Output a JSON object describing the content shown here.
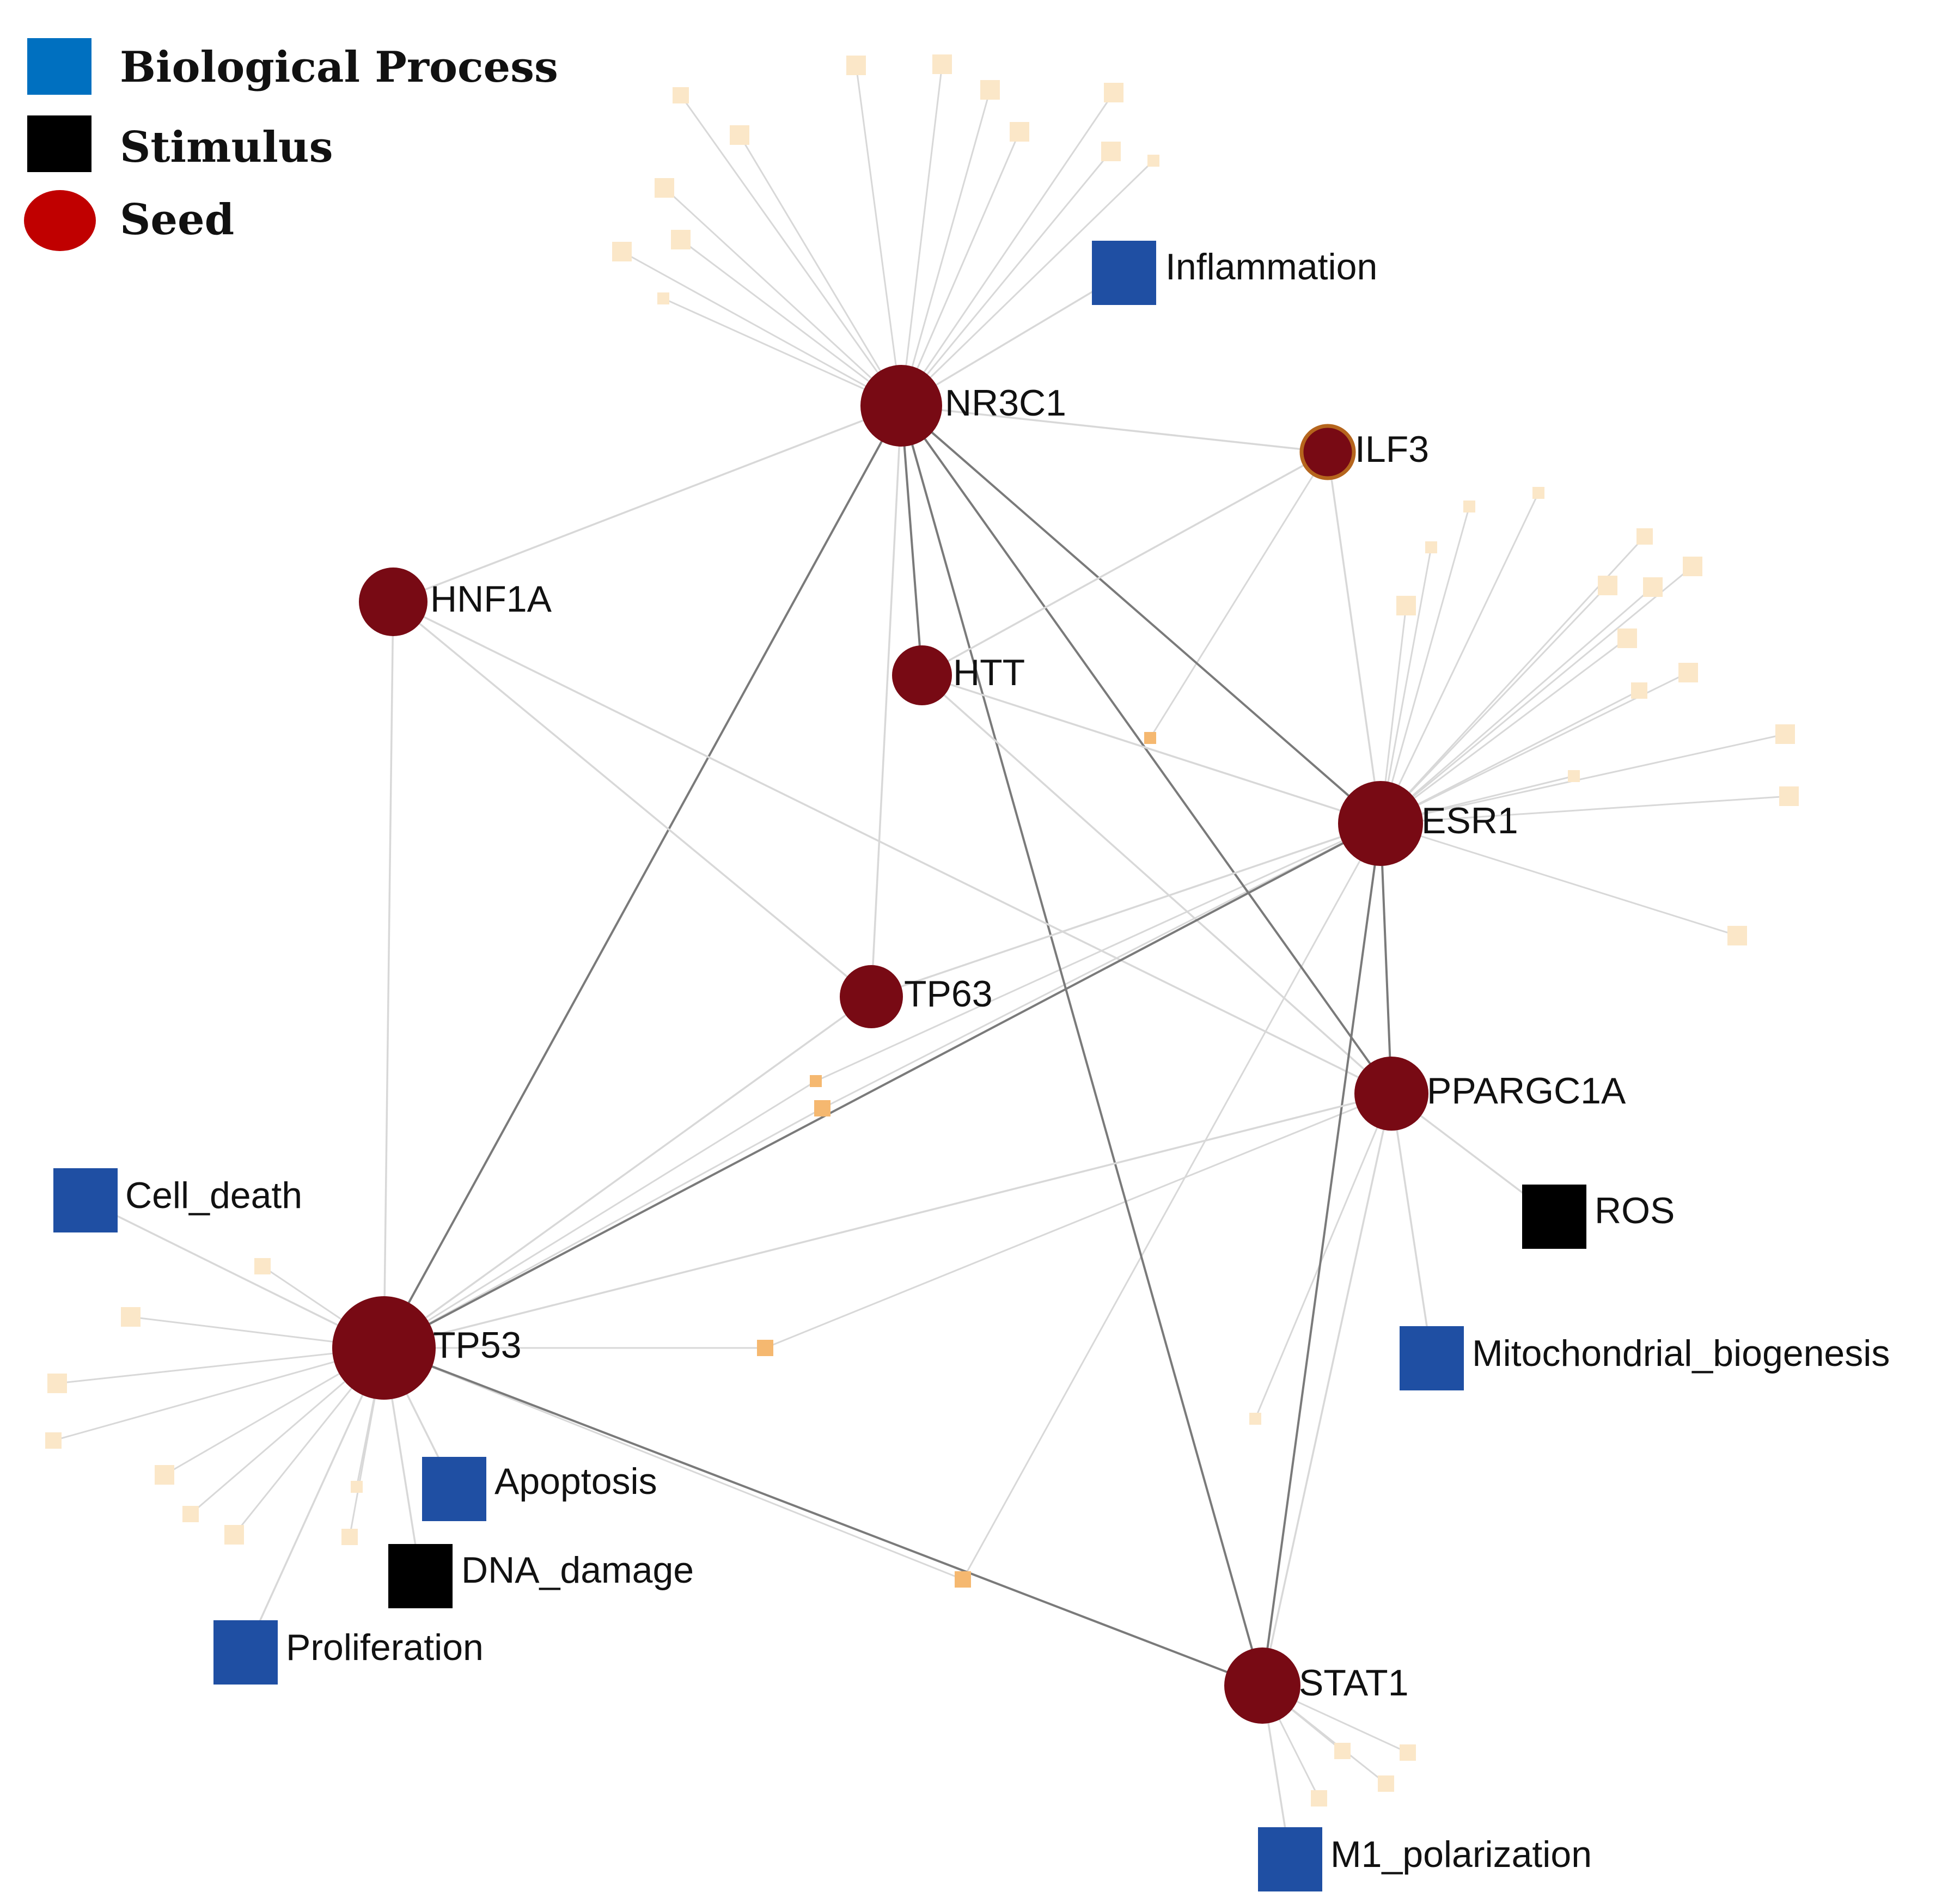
{
  "legend": [
    {
      "label": "Biological Process",
      "color": "#0070C0",
      "shape": "square"
    },
    {
      "label": "Stimulus",
      "color": "#000000",
      "shape": "square"
    },
    {
      "label": "Seed",
      "color": "#C00000",
      "shape": "circle"
    }
  ],
  "colors": {
    "seed_fill": "#780A14",
    "process_fill": "#1F4FA3",
    "stimulus_fill": "#000000",
    "peripheral_fill": "#FBE7C8",
    "connector_fill": "#F5B870",
    "edge_light": "#D8D8D8",
    "edge_dark": "#7A7A7A"
  },
  "seed_nodes": [
    "NR3C1",
    "ILF3",
    "HNF1A",
    "HTT",
    "ESR1",
    "TP63",
    "PPARGC1A",
    "TP53",
    "STAT1"
  ],
  "process_nodes": [
    "Inflammation",
    "Cell_death",
    "Apoptosis",
    "Proliferation",
    "Mitochondrial_biogenesis",
    "M1_polarization"
  ],
  "stimulus_nodes": [
    "ROS",
    "DNA_damage"
  ],
  "edges": [
    [
      "NR3C1",
      "ILF3"
    ],
    [
      "NR3C1",
      "HNF1A"
    ],
    [
      "NR3C1",
      "HTT"
    ],
    [
      "NR3C1",
      "ESR1"
    ],
    [
      "NR3C1",
      "TP63"
    ],
    [
      "NR3C1",
      "PPARGC1A"
    ],
    [
      "NR3C1",
      "TP53"
    ],
    [
      "NR3C1",
      "STAT1"
    ],
    [
      "NR3C1",
      "Inflammation"
    ],
    [
      "ILF3",
      "ESR1"
    ],
    [
      "ILF3",
      "HTT"
    ],
    [
      "HNF1A",
      "TP53"
    ],
    [
      "HNF1A",
      "TP63"
    ],
    [
      "HNF1A",
      "PPARGC1A"
    ],
    [
      "HTT",
      "ESR1"
    ],
    [
      "HTT",
      "PPARGC1A"
    ],
    [
      "ESR1",
      "TP53"
    ],
    [
      "ESR1",
      "TP63"
    ],
    [
      "ESR1",
      "PPARGC1A"
    ],
    [
      "ESR1",
      "STAT1"
    ],
    [
      "PPARGC1A",
      "TP53"
    ],
    [
      "PPARGC1A",
      "STAT1"
    ],
    [
      "PPARGC1A",
      "ROS"
    ],
    [
      "PPARGC1A",
      "Mitochondrial_biogenesis"
    ],
    [
      "TP63",
      "TP53"
    ],
    [
      "TP53",
      "STAT1"
    ],
    [
      "TP53",
      "Cell_death"
    ],
    [
      "TP53",
      "Apoptosis"
    ],
    [
      "TP53",
      "DNA_damage"
    ],
    [
      "TP53",
      "Proliferation"
    ],
    [
      "STAT1",
      "M1_polarization"
    ]
  ],
  "dark_edges": [
    [
      "NR3C1",
      "TP53"
    ],
    [
      "NR3C1",
      "ESR1"
    ],
    [
      "NR3C1",
      "PPARGC1A"
    ],
    [
      "NR3C1",
      "HTT"
    ],
    [
      "NR3C1",
      "STAT1"
    ],
    [
      "ESR1",
      "TP53"
    ],
    [
      "ESR1",
      "STAT1"
    ],
    [
      "ESR1",
      "PPARGC1A"
    ],
    [
      "TP53",
      "STAT1"
    ]
  ]
}
